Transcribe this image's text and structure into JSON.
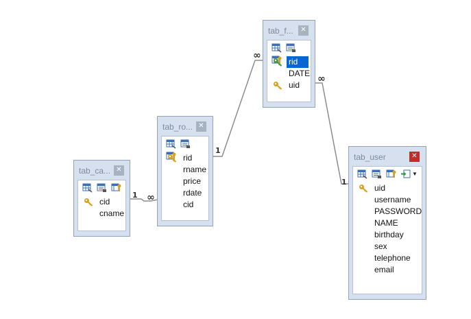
{
  "colors": {
    "link": "#8c8c8c",
    "selection": "#0a64d2",
    "key_gold": "#d9a21a",
    "key_green": "#4a9a3a"
  },
  "tables": {
    "category": {
      "name": "tab_ca...",
      "fields": [
        {
          "label": "cid",
          "key": "primary"
        },
        {
          "label": "cname",
          "key": ""
        }
      ]
    },
    "route": {
      "name": "tab_ro...",
      "fields": [
        {
          "label": "rid",
          "key": "primary"
        },
        {
          "label": "rname",
          "key": ""
        },
        {
          "label": "price",
          "key": ""
        },
        {
          "label": "rdate",
          "key": ""
        },
        {
          "label": "cid",
          "key": ""
        }
      ]
    },
    "favorite": {
      "name": "tab_f...",
      "fields": [
        {
          "label": "rid",
          "key": "foreign",
          "selected": true
        },
        {
          "label": "DATE",
          "key": ""
        },
        {
          "label": "uid",
          "key": "primary"
        }
      ]
    },
    "user": {
      "name": "tab_user",
      "fields": [
        {
          "label": "uid",
          "key": "primary"
        },
        {
          "label": "username",
          "key": ""
        },
        {
          "label": "PASSWORD",
          "key": ""
        },
        {
          "label": "NAME",
          "key": ""
        },
        {
          "label": "birthday",
          "key": ""
        },
        {
          "label": "sex",
          "key": ""
        },
        {
          "label": "telephone",
          "key": ""
        },
        {
          "label": "email",
          "key": ""
        }
      ]
    }
  },
  "links": [
    {
      "from": "category",
      "to": "route",
      "from_card": "1",
      "to_card": "∞"
    },
    {
      "from": "route",
      "to": "favorite",
      "from_card": "1",
      "to_card": "∞"
    },
    {
      "from": "favorite",
      "to": "user",
      "from_card": "∞",
      "to_card": "1"
    }
  ]
}
